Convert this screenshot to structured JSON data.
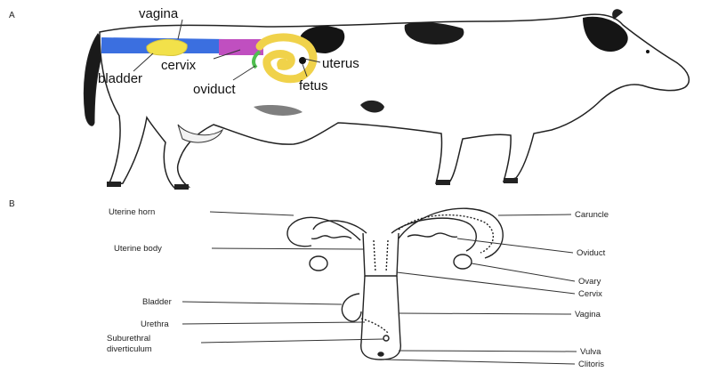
{
  "panel_a": {
    "letter": "A",
    "labels": {
      "vagina": "vagina",
      "cervix": "cervix",
      "bladder": "bladder",
      "uterus": "uterus",
      "oviduct": "oviduct",
      "fetus": "fetus"
    }
  },
  "panel_b": {
    "letter": "B",
    "left_labels": {
      "uterine_horn": "Uterine horn",
      "uterine_body": "Uterine body",
      "bladder": "Bladder",
      "urethra": "Urethra",
      "suburethral_1": "Suburethral",
      "suburethral_2": "diverticulum"
    },
    "right_labels": {
      "caruncle": "Caruncle",
      "oviduct": "Oviduct",
      "ovary": "Ovary",
      "cervix": "Cervix",
      "vagina": "Vagina",
      "vulva": "Vulva",
      "clitoris": "Clitoris"
    }
  },
  "colors": {
    "vagina": "#3b6fe0",
    "cervix": "#c04fc0",
    "bladder": "#f2e14a",
    "uterus": "#f0d24a",
    "oviduct": "#4fbf4f",
    "fetus": "#111111"
  }
}
